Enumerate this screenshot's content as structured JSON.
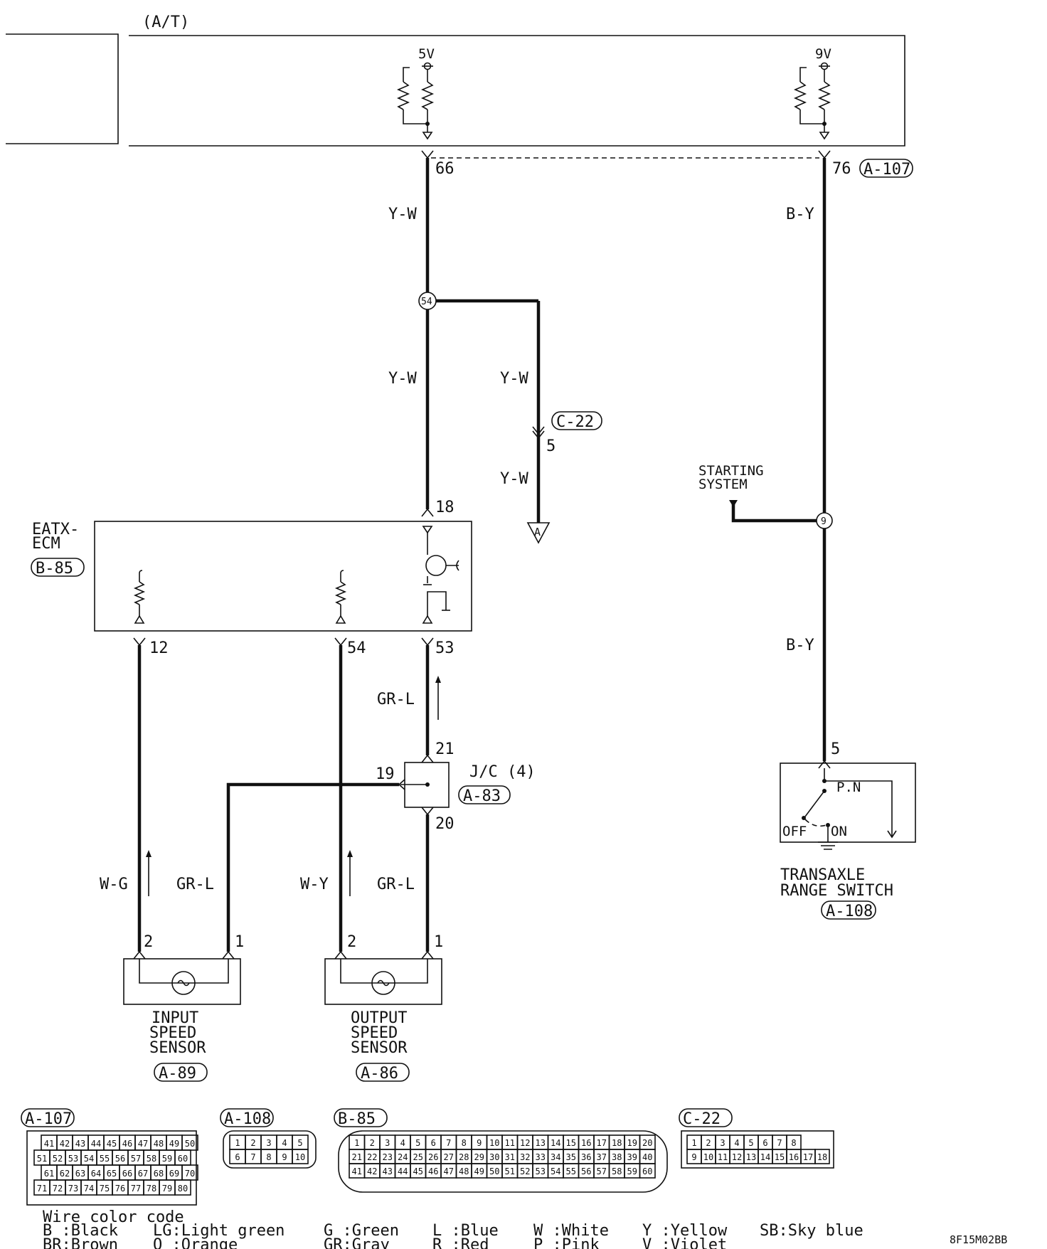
{
  "header": {
    "section": "(A/T)"
  },
  "ecu_supply": {
    "v1": "5V",
    "v2": "9V"
  },
  "pins": {
    "p66": "66",
    "p76": "76",
    "p18": "18",
    "p12": "12",
    "p54": "54",
    "p53": "53",
    "p21": "21",
    "p19": "19",
    "p20": "20",
    "p5_c22": "5",
    "p5_switch": "5",
    "ins2": "2",
    "ins1": "1",
    "outs2": "2",
    "outs1": "1"
  },
  "connectors": {
    "a107": "A-107",
    "c22": "C-22",
    "b85": "B-85",
    "a83": "A-83",
    "a89": "A-89",
    "a86": "A-86",
    "a108": "A-108"
  },
  "wires": {
    "yw1": "Y-W",
    "yw2": "Y-W",
    "yw3": "Y-W",
    "yw4": "Y-W",
    "by1": "B-Y",
    "by2": "B-Y",
    "grl1": "GR-L",
    "grl2": "GR-L",
    "grl3": "GR-L",
    "wg": "W-G",
    "wy": "W-Y"
  },
  "nodes": {
    "n54": "54",
    "n9": "9",
    "ground_a": "A"
  },
  "components": {
    "ecm": {
      "line1": "EATX-",
      "line2": "ECM"
    },
    "jc": "J/C (4)",
    "starting": {
      "line1": "STARTING",
      "line2": "SYSTEM"
    },
    "switch": {
      "pn": "P.N",
      "off": "OFF",
      "on": "ON",
      "line1": "TRANSAXLE",
      "line2": "RANGE SWITCH"
    },
    "input_sensor": {
      "line1": "INPUT",
      "line2": "SPEED",
      "line3": "SENSOR"
    },
    "output_sensor": {
      "line1": "OUTPUT",
      "line2": "SPEED",
      "line3": "SENSOR"
    }
  },
  "connector_views": {
    "a107_rows": [
      [
        "41",
        "42",
        "43",
        "44",
        "45",
        "46",
        "47",
        "48",
        "49",
        "50"
      ],
      [
        "51",
        "52",
        "53",
        "54",
        "55",
        "56",
        "57",
        "58",
        "59",
        "60"
      ],
      [
        "61",
        "62",
        "63",
        "64",
        "65",
        "66",
        "67",
        "68",
        "69",
        "70"
      ],
      [
        "71",
        "72",
        "73",
        "74",
        "75",
        "76",
        "77",
        "78",
        "79",
        "80"
      ]
    ],
    "a108_rows": [
      [
        "1",
        "2",
        "3",
        "4",
        "5"
      ],
      [
        "6",
        "7",
        "8",
        "9",
        "10"
      ]
    ],
    "b85_rows": [
      [
        "1",
        "2",
        "3",
        "4",
        "5",
        "6",
        "7",
        "8",
        "9",
        "10",
        "11",
        "12",
        "13",
        "14",
        "15",
        "16",
        "17",
        "18",
        "19",
        "20"
      ],
      [
        "21",
        "22",
        "23",
        "24",
        "25",
        "26",
        "27",
        "28",
        "29",
        "30",
        "31",
        "32",
        "33",
        "34",
        "35",
        "36",
        "37",
        "38",
        "39",
        "40"
      ],
      [
        "41",
        "42",
        "43",
        "44",
        "45",
        "46",
        "47",
        "48",
        "49",
        "50",
        "51",
        "52",
        "53",
        "54",
        "55",
        "56",
        "57",
        "58",
        "59",
        "60"
      ]
    ],
    "c22_rows": [
      [
        "1",
        "2",
        "3",
        "4",
        "5",
        "6",
        "7",
        "8"
      ],
      [
        "9",
        "10",
        "11",
        "12",
        "13",
        "14",
        "15",
        "16",
        "17",
        "18"
      ]
    ]
  },
  "legend": {
    "title": "Wire color code",
    "entries": [
      [
        "B :Black",
        "BR:Brown"
      ],
      [
        "LG:Light green",
        "O :Orange"
      ],
      [
        "G :Green",
        "GR:Gray"
      ],
      [
        "L :Blue",
        "R :Red"
      ],
      [
        "W :White",
        "P :Pink"
      ],
      [
        "Y :Yellow",
        "V :Violet"
      ],
      [
        "SB:Sky blue",
        ""
      ]
    ]
  },
  "figure_id": "8F15M02BB"
}
